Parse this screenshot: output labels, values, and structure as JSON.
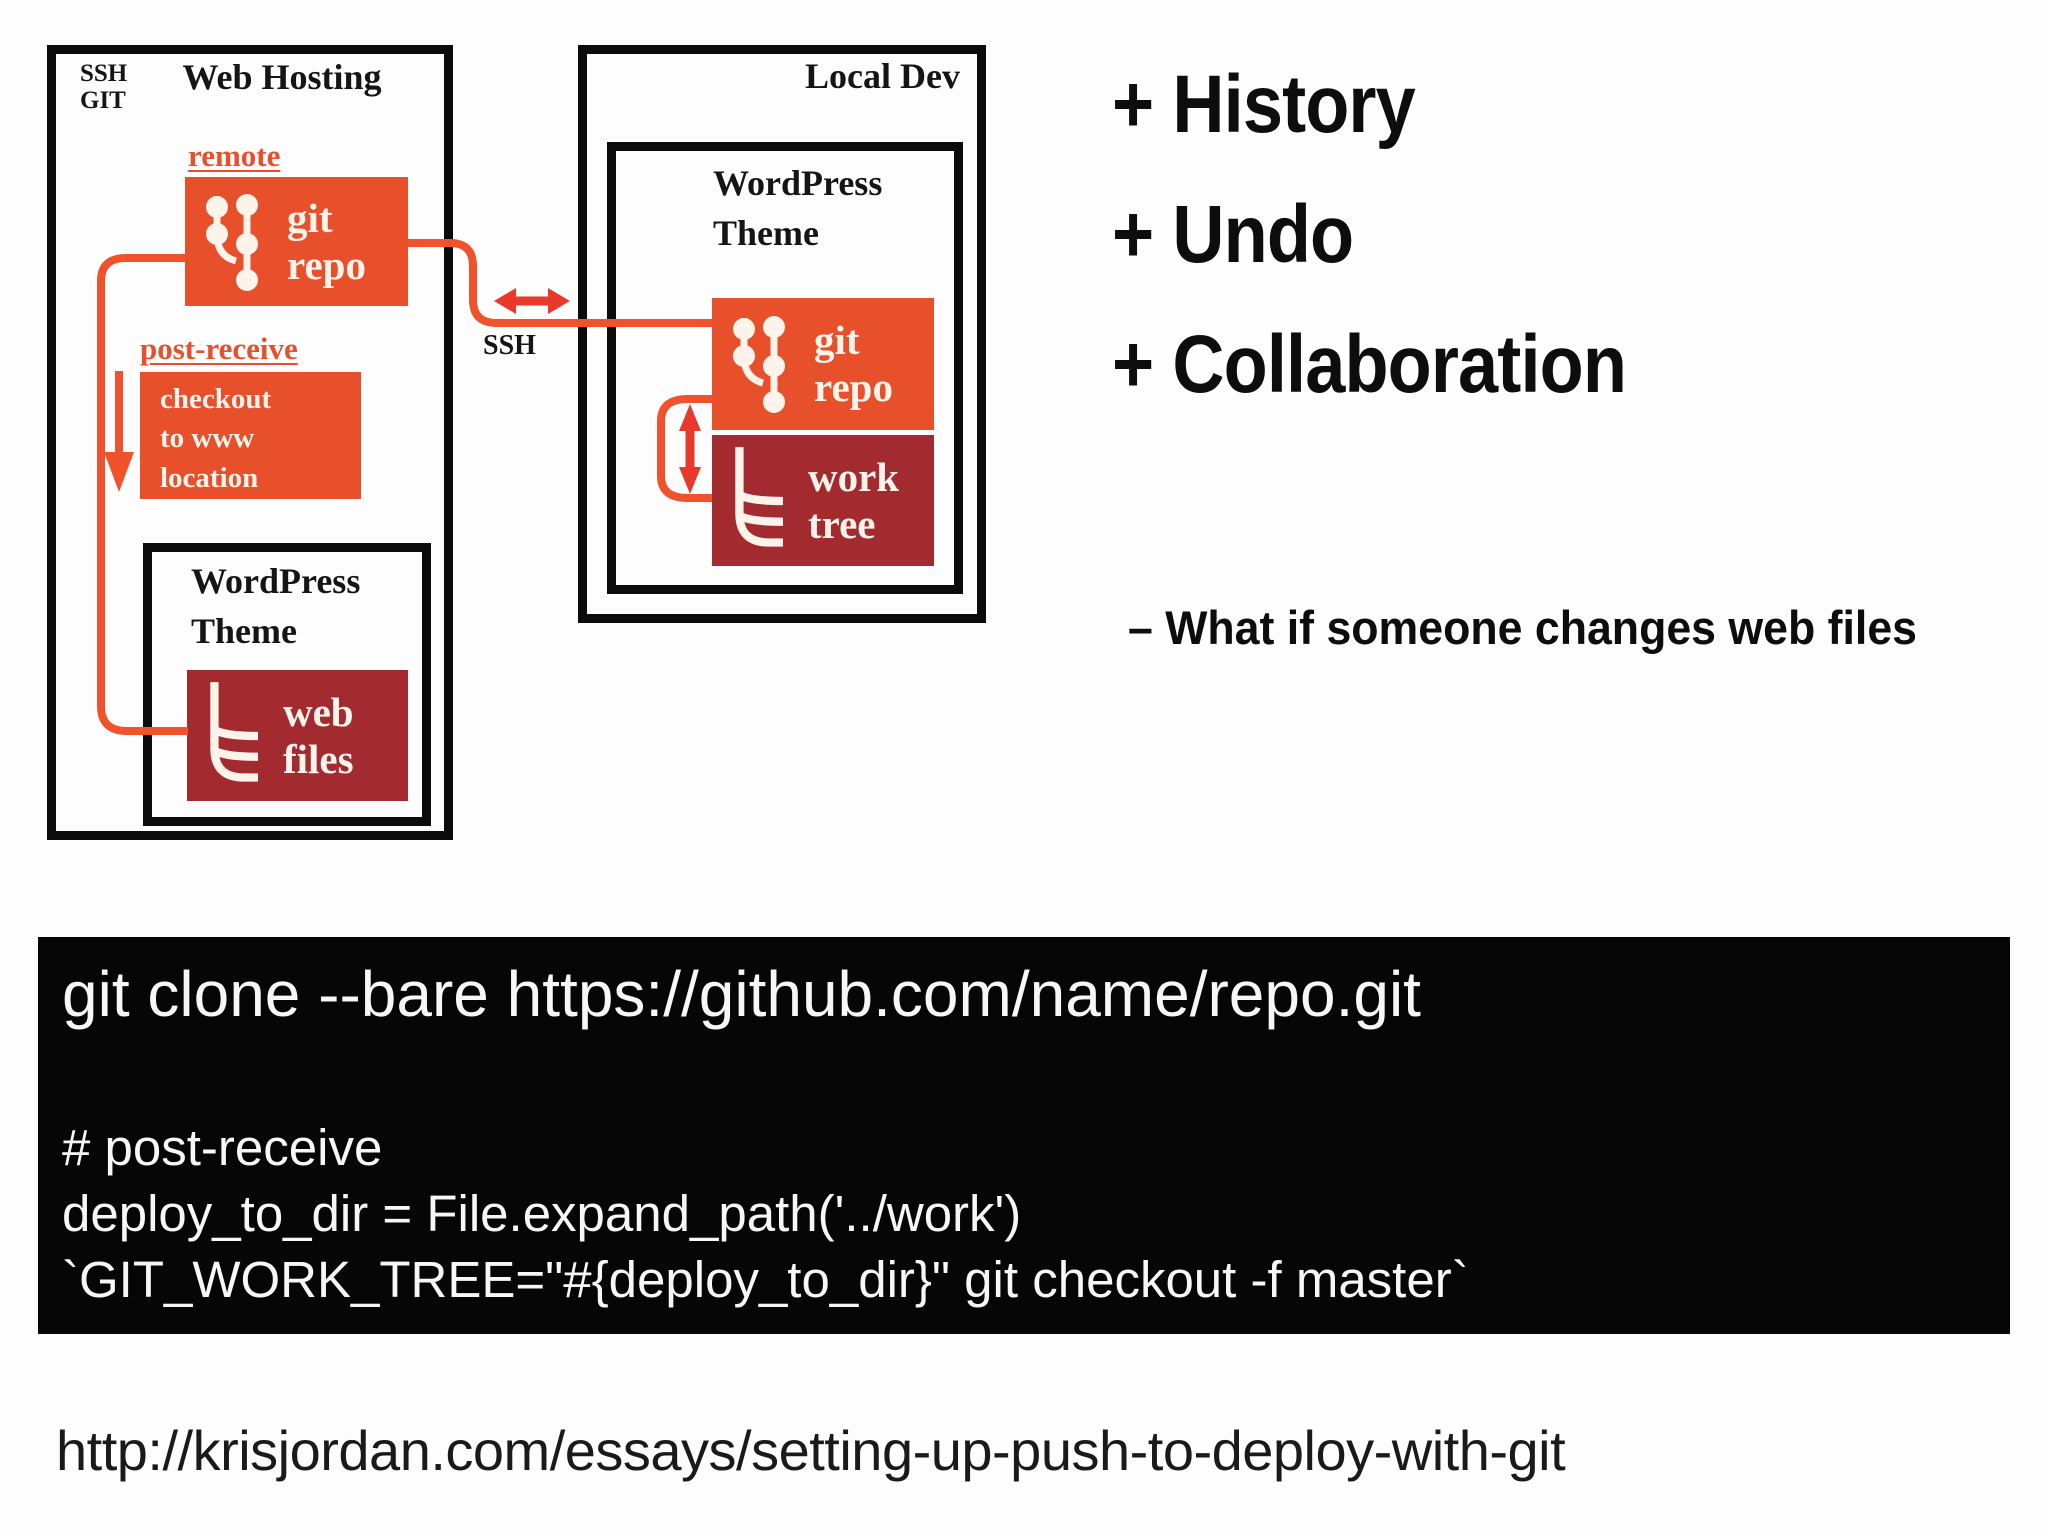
{
  "colors": {
    "orange": "#E8502C",
    "dark-red": "#A32B2F",
    "line-orange": "#F0522C",
    "arrow-red": "#E8392B",
    "box-text": "#FCF3EA",
    "code-bg": "#060606",
    "code-text": "#F7F7F7"
  },
  "diagram": {
    "web_hosting": {
      "protocol_lines": [
        "SSH",
        "GIT"
      ],
      "title": "Web Hosting",
      "remote_label": "remote",
      "git_repo_lines": [
        "git",
        "repo"
      ],
      "post_receive_label": "post-receive",
      "checkout_lines": [
        "checkout",
        "to www",
        "location"
      ],
      "theme_title_lines": [
        "WordPress",
        "Theme"
      ],
      "web_files_lines": [
        "web",
        "files"
      ]
    },
    "connection": {
      "ssh_label": "SSH"
    },
    "local_dev": {
      "title": "Local Dev",
      "theme_title_lines": [
        "WordPress",
        "Theme"
      ],
      "git_repo_lines": [
        "git",
        "repo"
      ],
      "work_tree_lines": [
        "work",
        "tree"
      ]
    }
  },
  "notes": {
    "pros": [
      "+ History",
      "+ Undo",
      "+ Collaboration"
    ],
    "con": "– What if someone changes web files"
  },
  "code": {
    "clone_line": "git clone --bare https://github.com/name/repo.git",
    "hook_lines": [
      "# post-receive",
      "deploy_to_dir = File.expand_path('../work')",
      "`GIT_WORK_TREE=\"#{deploy_to_dir}\" git checkout -f master`"
    ]
  },
  "footer": {
    "url": "http://krisjordan.com/essays/setting-up-push-to-deploy-with-git"
  }
}
